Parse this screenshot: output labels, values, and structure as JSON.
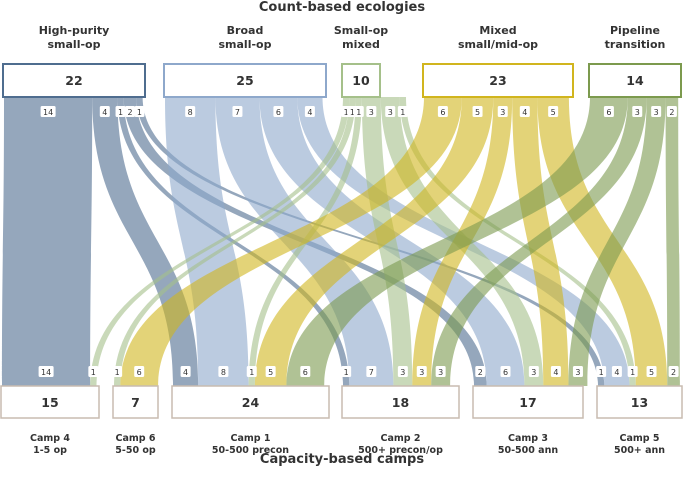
{
  "title_top": "Count-based ecologies",
  "title_bottom": "Capacity-based camps",
  "sources": [
    {
      "line1": "High-purity",
      "line2": "small-op",
      "total": "22",
      "color": "#4f6d8f"
    },
    {
      "line1": "Broad",
      "line2": "small-op",
      "total": "25",
      "color": "#8ea8cb"
    },
    {
      "line1": "Small-op",
      "line2": "mixed",
      "total": "10",
      "color": "#a5c08a"
    },
    {
      "line1": "Mixed",
      "line2": "small/mid-op",
      "total": "23",
      "color": "#d1b51e"
    },
    {
      "line1": "Pipeline",
      "line2": "transition",
      "total": "14",
      "color": "#7c9a4e"
    }
  ],
  "targets": [
    {
      "line1": "Camp 4",
      "line2": "1-5 op",
      "total": "15"
    },
    {
      "line1": "Camp 6",
      "line2": "5-50 op",
      "total": "7"
    },
    {
      "line1": "Camp 1",
      "line2": "50-500 precon",
      "total": "24"
    },
    {
      "line1": "Camp 2",
      "line2": "500+ precon/op",
      "total": "18"
    },
    {
      "line1": "Camp 3",
      "line2": "50-500 ann",
      "total": "17"
    },
    {
      "line1": "Camp 5",
      "line2": "500+ ann",
      "total": "13"
    }
  ],
  "flows": [
    {
      "source": 0,
      "target": 0,
      "value": 14
    },
    {
      "source": 0,
      "target": 2,
      "value": 4
    },
    {
      "source": 0,
      "target": 4,
      "value": 2
    },
    {
      "source": 0,
      "target": 3,
      "value": 1
    },
    {
      "source": 0,
      "target": 5,
      "value": 1
    },
    {
      "source": 1,
      "target": 2,
      "value": 8
    },
    {
      "source": 1,
      "target": 3,
      "value": 7
    },
    {
      "source": 1,
      "target": 4,
      "value": 6
    },
    {
      "source": 1,
      "target": 5,
      "value": 4
    },
    {
      "source": 2,
      "target": 0,
      "value": 1
    },
    {
      "source": 2,
      "target": 1,
      "value": 1
    },
    {
      "source": 2,
      "target": 2,
      "value": 1
    },
    {
      "source": 2,
      "target": 3,
      "value": 3
    },
    {
      "source": 2,
      "target": 4,
      "value": 3
    },
    {
      "source": 2,
      "target": 5,
      "value": 1
    },
    {
      "source": 3,
      "target": 1,
      "value": 6
    },
    {
      "source": 3,
      "target": 2,
      "value": 5
    },
    {
      "source": 3,
      "target": 3,
      "value": 3
    },
    {
      "source": 3,
      "target": 4,
      "value": 4
    },
    {
      "source": 3,
      "target": 5,
      "value": 5
    },
    {
      "source": 4,
      "target": 2,
      "value": 6
    },
    {
      "source": 4,
      "target": 3,
      "value": 3
    },
    {
      "source": 4,
      "target": 4,
      "value": 3
    },
    {
      "source": 4,
      "target": 5,
      "value": 2
    }
  ]
}
